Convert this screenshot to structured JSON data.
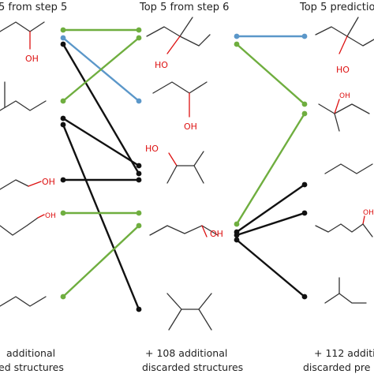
{
  "headers": {
    "col1": "5 from step 5",
    "col2": "Top 5 from step 6",
    "col3": "Top 5 predictio"
  },
  "footers": {
    "col1_line1": "additional",
    "col1_line2": "ed structures",
    "col2_line1": "+ 108 additional",
    "col2_line2": "discarded structures",
    "col3_line1": "+ 112 additi",
    "col3_line2": "discarded pre"
  },
  "atom_labels": {
    "oh": "OH",
    "ho": "HO"
  },
  "colors": {
    "green": "#6fae3f",
    "blue": "#5b97c9",
    "black": "#111111",
    "oxygen": "#dd1111"
  }
}
